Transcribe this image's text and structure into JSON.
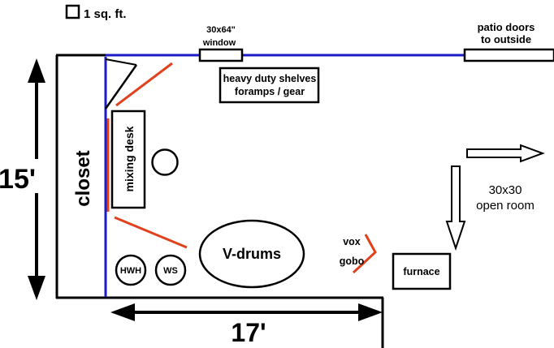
{
  "scale": {
    "label": "1 sq. ft."
  },
  "window": {
    "size": "30x64\"",
    "label": "window"
  },
  "patio": {
    "line1": "patio doors",
    "line2": "to outside"
  },
  "shelves": {
    "line1": "heavy duty shelves",
    "line2": "foramps / gear"
  },
  "closet": {
    "label": "closet"
  },
  "mixing_desk": {
    "label": "mixing desk"
  },
  "hwh": {
    "label": "HWH"
  },
  "ws": {
    "label": "WS"
  },
  "drums": {
    "label": "V-drums"
  },
  "gobo": {
    "line1": "vox",
    "line2": "gobo"
  },
  "furnace": {
    "label": "furnace"
  },
  "open_room": {
    "line1": "30x30",
    "line2": "open room"
  },
  "dimensions": {
    "height": "15'",
    "width": "17'"
  },
  "colors": {
    "wall": "#000000",
    "blue_wall": "#1b1bc8",
    "baffle": "#e0421e"
  }
}
